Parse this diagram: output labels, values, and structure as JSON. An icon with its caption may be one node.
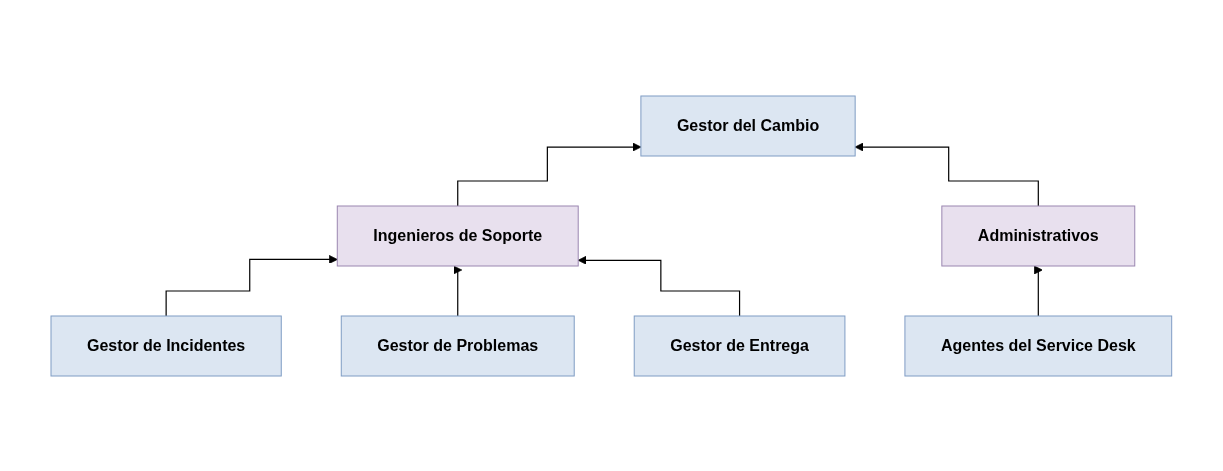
{
  "diagram": {
    "nodes": [
      {
        "text": [
          "Gestor del Cambio"
        ]
      },
      {
        "text": [
          "Ingenieros de Soporte"
        ]
      },
      {
        "text": [
          "Administrativos"
        ]
      },
      {
        "text": [
          "Gestor de Incidentes"
        ]
      },
      {
        "text": [
          "Gestor de Problemas"
        ]
      },
      {
        "text": [
          "Gestor de Entrega"
        ]
      },
      {
        "text": [
          "Agentes del Service Desk"
        ]
      }
    ],
    "edges": [
      {
        "from": 1,
        "to": 0,
        "arrow": "to"
      },
      {
        "from": 2,
        "to": 0,
        "arrow": "to"
      },
      {
        "from": 3,
        "to": 1,
        "arrow": "to"
      },
      {
        "from": 4,
        "to": 1,
        "arrow": "to"
      },
      {
        "from": 5,
        "to": 1,
        "arrow": "to"
      },
      {
        "from": 6,
        "to": 2,
        "arrow": "to"
      }
    ]
  }
}
